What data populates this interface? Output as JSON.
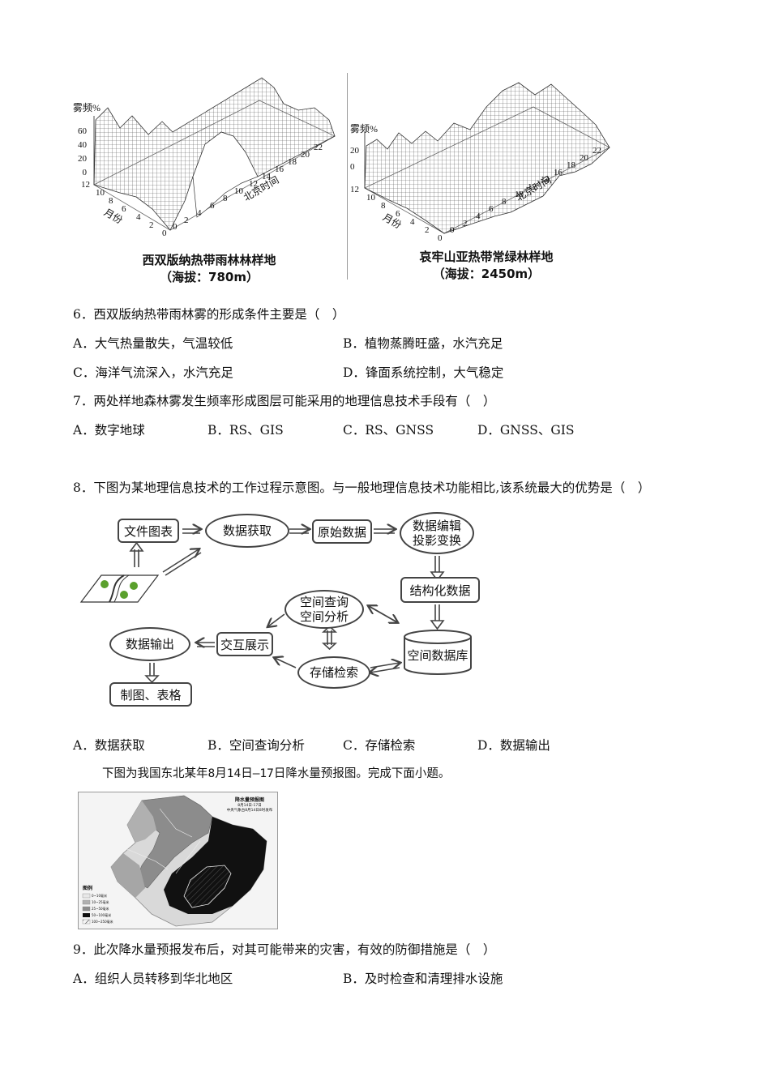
{
  "fig1": {
    "left": {
      "y_title": "雾频%",
      "z_ticks": [
        "60",
        "40",
        "20",
        "0"
      ],
      "month_ticks": [
        "12",
        "10",
        "8",
        "6",
        "4",
        "2",
        "0"
      ],
      "hour_ticks": [
        "0",
        "2",
        "4",
        "6",
        "8",
        "10",
        "12",
        "14",
        "16",
        "18",
        "20",
        "22"
      ],
      "month_label": "月份",
      "hour_label": "北京时间",
      "caption_line1": "西双版纳热带雨林林样地",
      "caption_line2": "（海拔：780m）"
    },
    "right": {
      "y_title": "雾频%",
      "z_ticks": [
        "20",
        "0"
      ],
      "month_ticks": [
        "12",
        "10",
        "8",
        "6",
        "4",
        "2",
        "0"
      ],
      "hour_ticks": [
        "0",
        "2",
        "4",
        "6",
        "8",
        "10",
        "12",
        "14",
        "16",
        "18",
        "20",
        "22"
      ],
      "month_label": "月份",
      "hour_label": "北京时间",
      "caption_line1": "哀牢山亚热带常绿林样地",
      "caption_line2": "（海拔：2450m）"
    }
  },
  "q6": {
    "stem": "6．西双版纳热带雨林雾的形成条件主要是（　）",
    "A": "A．大气热量散失，气温较低",
    "B": "B．植物蒸腾旺盛，水汽充足",
    "C": "C．海洋气流深入，水汽充足",
    "D": "D．锋面系统控制，大气稳定"
  },
  "q7": {
    "stem": "7．两处样地森林雾发生频率形成图层可能采用的地理信息技术手段有（　）",
    "A": "A．数字地球",
    "B": "B．RS、GIS",
    "C": "C．RS、GNSS",
    "D": "D．GNSS、GIS"
  },
  "q8": {
    "stem": "8．下图为某地理信息技术的工作过程示意图。与一般地理信息技术功能相比,该系统最大的优势是（　）",
    "A": "A．数据获取",
    "B": "B．空间查询分析",
    "C": "C．存储检索",
    "D": "D．数据输出"
  },
  "flow": {
    "doc_chart": "文件图表",
    "acquire": "数据获取",
    "raw": "原始数据",
    "edit1": "数据编辑",
    "edit2": "投影变换",
    "structured": "结构化数据",
    "query1": "空间查询",
    "query2": "空间分析",
    "interact": "交互展示",
    "output": "数据输出",
    "storage": "存储检索",
    "db": "空间数据库",
    "map_table": "制图、表格"
  },
  "intro9": "下图为我国东北某年8月14日—17日降水量预报图。完成下面小题。",
  "map": {
    "title": "降水量预报图",
    "sub1": "8月14日-17日",
    "sub2": "中央气象台8月14日8时发布",
    "legend_title": "图例",
    "legend": [
      "0~10毫米",
      "10~25毫米",
      "25~50毫米",
      "50~100毫米",
      "100~250毫米"
    ]
  },
  "q9": {
    "stem": "9．此次降水量预报发布后，对其可能带来的灾害，有效的防御措施是（　）",
    "A": "A．组织人员转移到华北地区",
    "B": "B．及时检查和清理排水设施"
  }
}
